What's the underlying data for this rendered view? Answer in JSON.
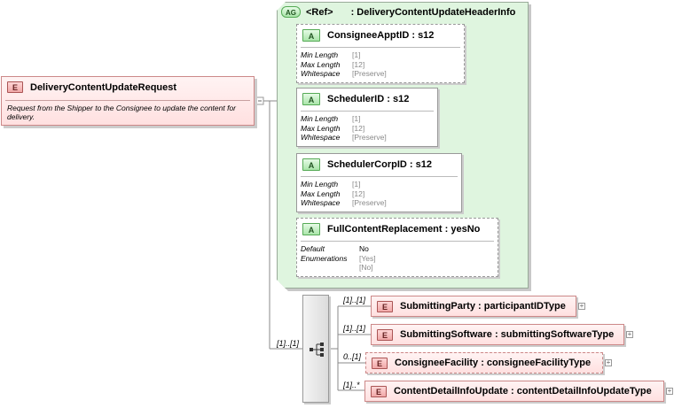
{
  "root": {
    "badge": "E",
    "name": "DeliveryContentUpdateRequest",
    "description": "Request from the Shipper to the Consignee to update the content for delivery."
  },
  "attribute_group": {
    "badge": "AG",
    "ref": "<Ref>",
    "type": ": DeliveryContentUpdateHeaderInfo",
    "attributes": [
      {
        "badge": "A",
        "name": "ConsigneeApptID",
        "type": ": s12",
        "props": [
          {
            "key": "Min Length",
            "value": "[1]"
          },
          {
            "key": "Max Length",
            "value": "[12]"
          },
          {
            "key": "Whitespace",
            "value": "[Preserve]"
          }
        ]
      },
      {
        "badge": "A",
        "name": "SchedulerID",
        "type": ": s12",
        "props": [
          {
            "key": "Min Length",
            "value": "[1]"
          },
          {
            "key": "Max Length",
            "value": "[12]"
          },
          {
            "key": "Whitespace",
            "value": "[Preserve]"
          }
        ]
      },
      {
        "badge": "A",
        "name": "SchedulerCorpID",
        "type": ": s12",
        "props": [
          {
            "key": "Min Length",
            "value": "[1]"
          },
          {
            "key": "Max Length",
            "value": "[12]"
          },
          {
            "key": "Whitespace",
            "value": "[Preserve]"
          }
        ]
      },
      {
        "badge": "A",
        "name": "FullContentReplacement",
        "type": ": yesNo",
        "props": [
          {
            "key": "Default",
            "value": "No"
          },
          {
            "key": "Enumerations",
            "value": "[Yes]"
          },
          {
            "key": "",
            "value": "[No]"
          }
        ]
      }
    ]
  },
  "sequence": {
    "cardinality": "[1]..[1]"
  },
  "children": [
    {
      "badge": "E",
      "name": "SubmittingParty",
      "type": ": participantIDType",
      "cardinality": "[1]..[1]"
    },
    {
      "badge": "E",
      "name": "SubmittingSoftware",
      "type": ": submittingSoftwareType",
      "cardinality": "[1]..[1]"
    },
    {
      "badge": "E",
      "name": "ConsigneeFacility",
      "type": ": consigneeFacilityType",
      "cardinality": "0..[1]"
    },
    {
      "badge": "E",
      "name": "ContentDetailInfoUpdate",
      "type": ": contentDetailInfoUpdateType",
      "cardinality": "[1]..*"
    }
  ],
  "expander_symbol": "+"
}
